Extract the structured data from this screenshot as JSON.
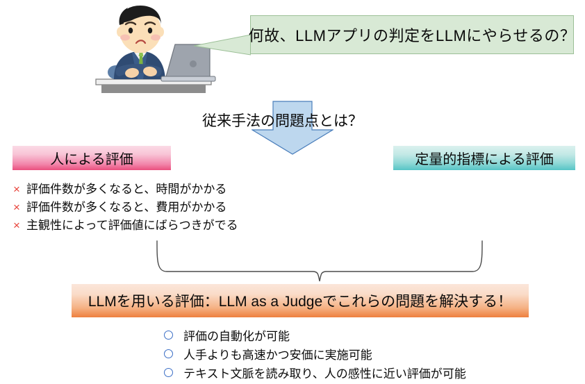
{
  "slide": {
    "bubble": {
      "text": "何故、LLMアプリの判定をLLMにやらせるの？",
      "fill_color": "#d8e9d5",
      "border_color": "#9bbf96"
    },
    "illustration": {
      "name": "troubled-businessman-at-laptop",
      "description": "困った表情のビジネスマンとノートパソコン"
    },
    "transition": {
      "question": "従来手法の問題点とは？",
      "arrow_color": "#bdd7ee",
      "arrow_border": "#5b9bd5"
    },
    "columns": {
      "human": {
        "header": "人による評価",
        "header_color_top": "#fbdbe6",
        "header_color_bottom": "#ea4f7f",
        "bullet_symbol": "×",
        "bullet_color": "#e8433a",
        "items": [
          "評価件数が多くなると、時間がかかる",
          "評価件数が多くなると、費用がかかる",
          "主観性によって評価値にばらつきがでる"
        ]
      },
      "metric": {
        "header": "定量的指標による評価",
        "header_color_top": "#dbf1ee",
        "header_color_bottom": "#55c4c6",
        "items": []
      }
    },
    "brace": {
      "name": "curly-brace-connector",
      "stroke_color": "#4a4a4a"
    },
    "conclusion": {
      "text": "LLMを用いる評価：LLM as a Judgeでこれらの問題を解決する！",
      "color_top": "#fbe6da",
      "color_bottom": "#ee7f3e"
    },
    "benefits": {
      "bullet_symbol": "○",
      "bullet_color": "#3c6fc6",
      "items": [
        "評価の自動化が可能",
        "人手よりも高速かつ安価に実施可能",
        "テキスト文脈を読み取り、人の感性に近い評価が可能"
      ]
    }
  }
}
